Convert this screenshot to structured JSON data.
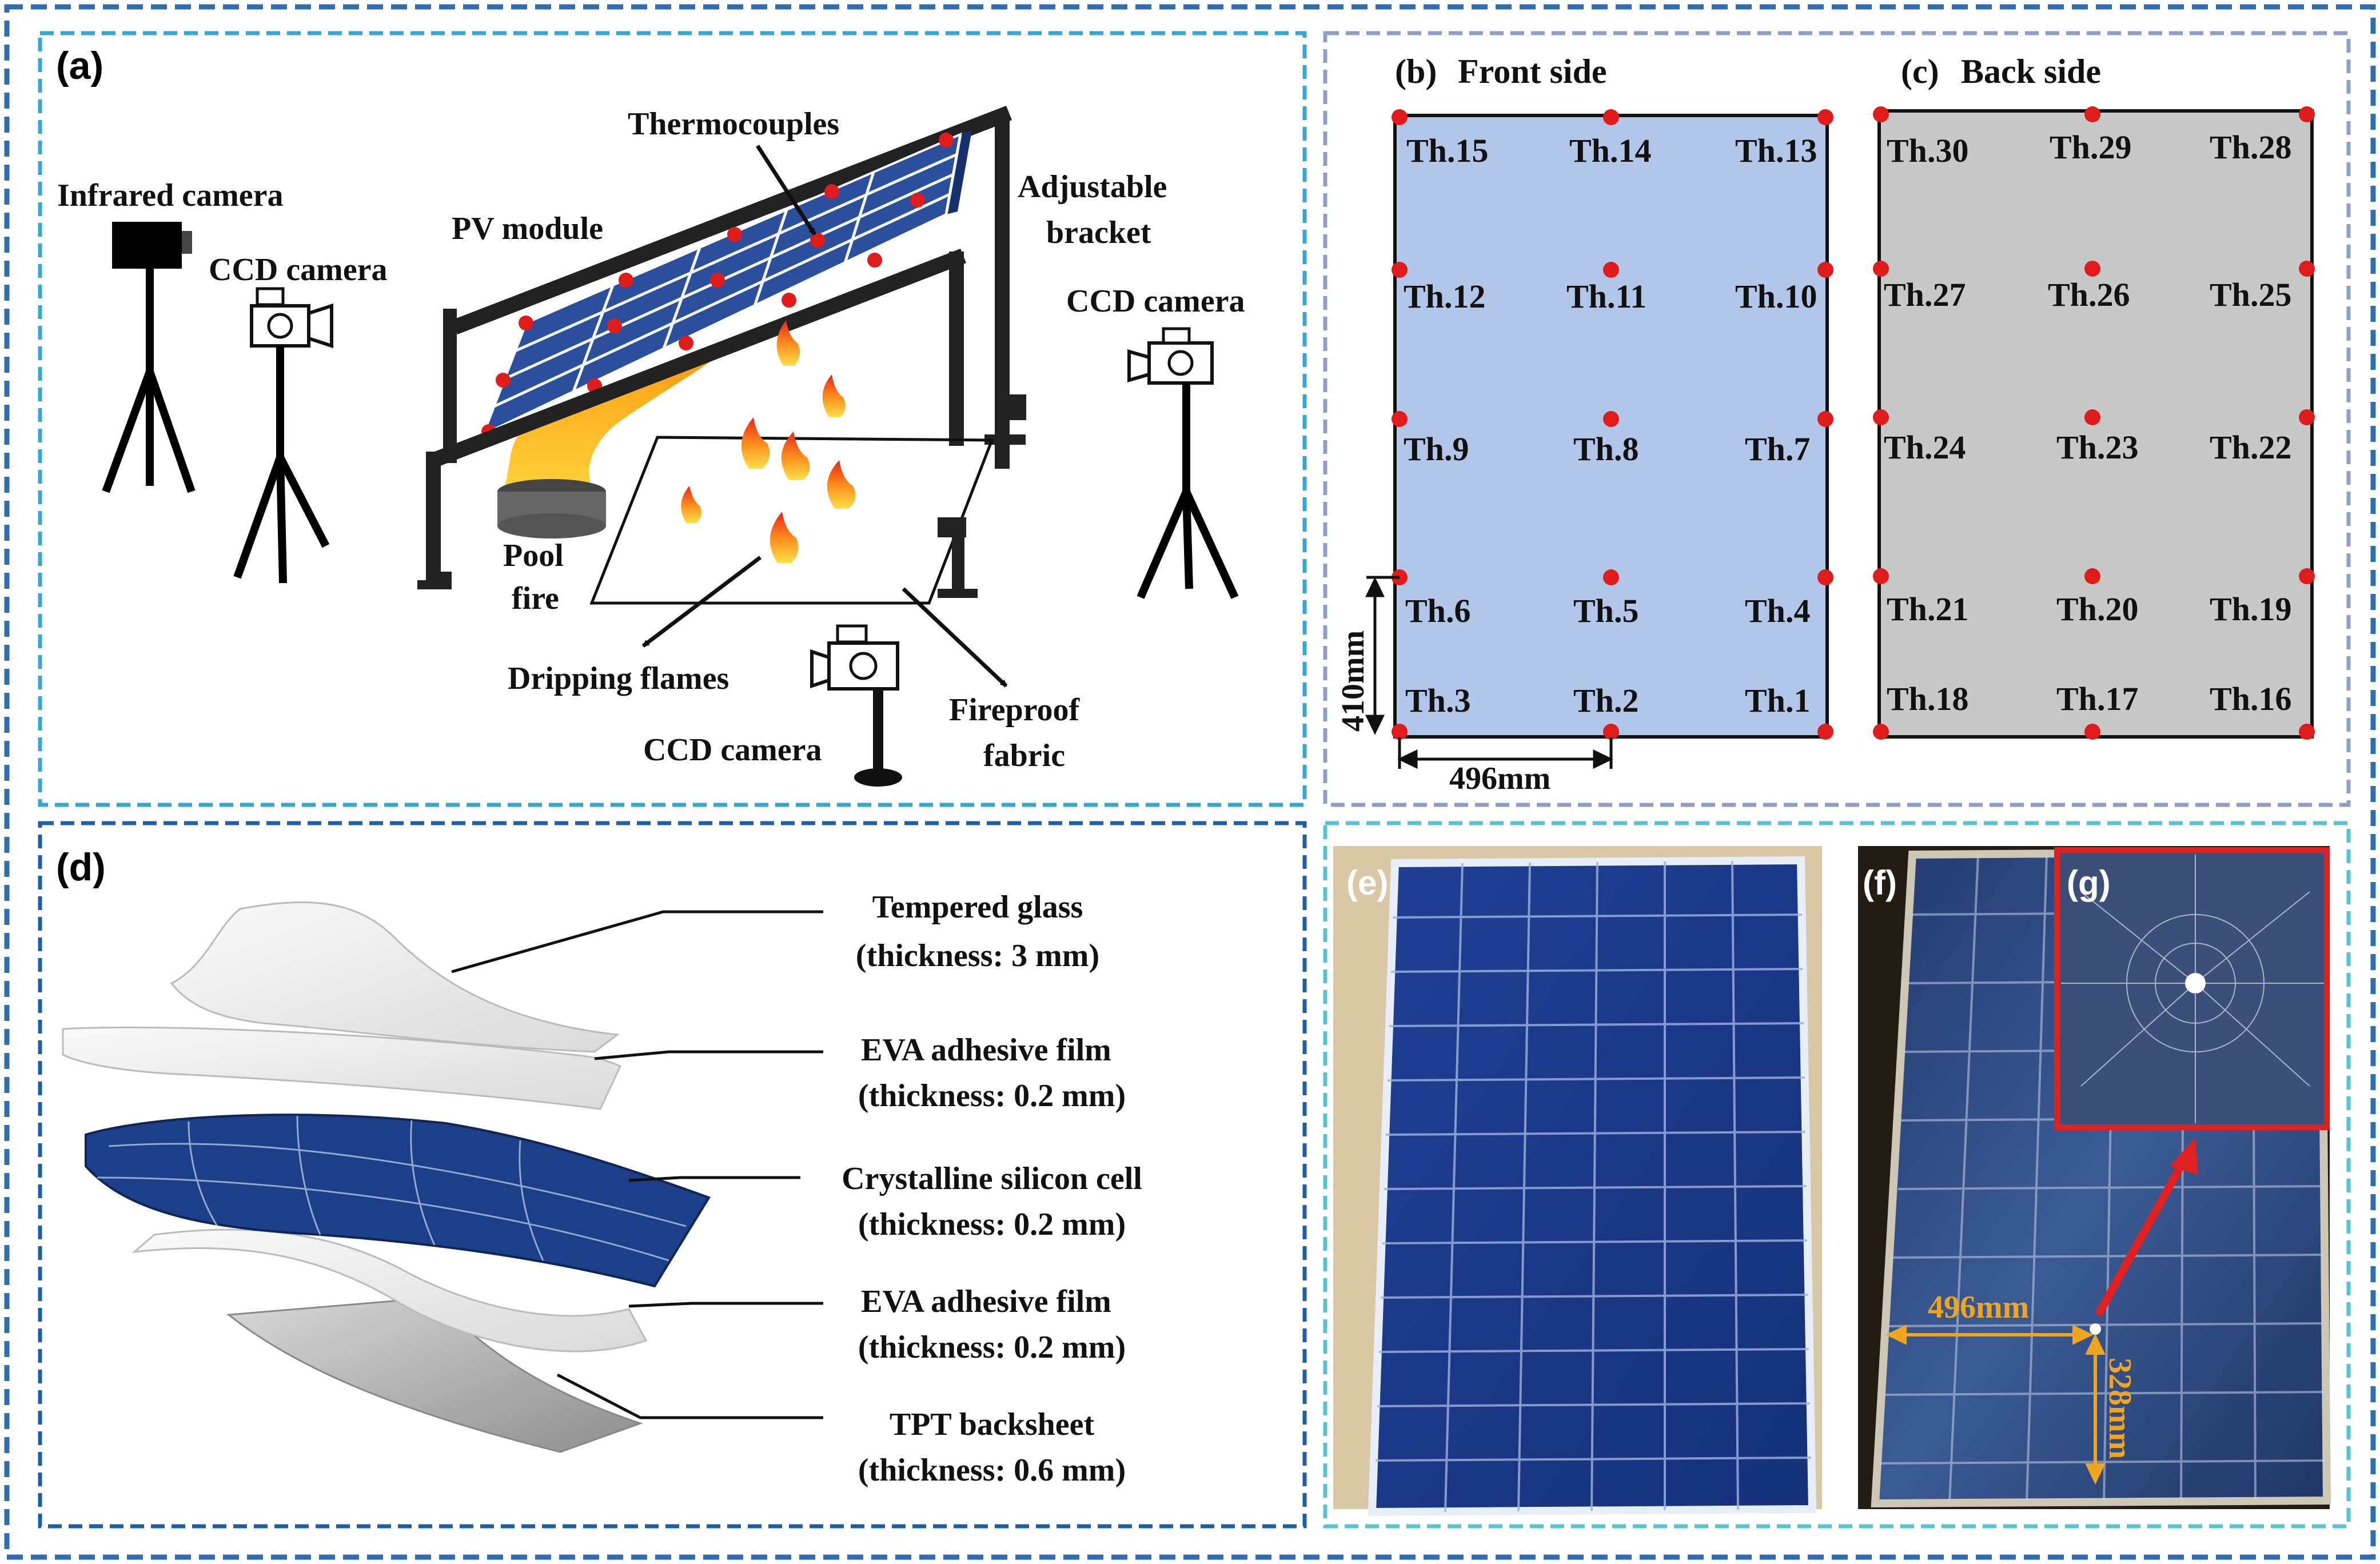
{
  "panels": {
    "a": {
      "tag": "(a)",
      "labels": {
        "infrared_camera": "Infrared camera",
        "ccd_camera_left": "CCD camera",
        "thermocouples": "Thermocouples",
        "pv_module": "PV module",
        "adjustable": "Adjustable",
        "bracket": "bracket",
        "ccd_camera_right": "CCD camera",
        "pool": "Pool",
        "fire": "fire",
        "dripping_flames": "Dripping flames",
        "ccd_camera_bottom": "CCD camera",
        "fireproof": "Fireproof",
        "fabric": "fabric"
      }
    },
    "b": {
      "tag": "(b)",
      "title": "Front side",
      "labels": [
        "Th.15",
        "Th.14",
        "Th.13",
        "Th.12",
        "Th.11",
        "Th.10",
        "Th.9",
        "Th.8",
        "Th.7",
        "Th.6",
        "Th.5",
        "Th.4",
        "Th.3",
        "Th.2",
        "Th.1"
      ],
      "dim_vertical": "410mm",
      "dim_horizontal": "496mm"
    },
    "c": {
      "tag": "(c)",
      "title": "Back side",
      "labels": [
        "Th.30",
        "Th.29",
        "Th.28",
        "Th.27",
        "Th.26",
        "Th.25",
        "Th.24",
        "Th.23",
        "Th.22",
        "Th.21",
        "Th.20",
        "Th.19",
        "Th.18",
        "Th.17",
        "Th.16"
      ]
    },
    "d": {
      "tag": "(d)",
      "layers": [
        {
          "name": "Tempered glass",
          "thickness": "(thickness: 3 mm)"
        },
        {
          "name": "EVA adhesive film",
          "thickness": "(thickness: 0.2 mm)"
        },
        {
          "name": "Crystalline silicon cell",
          "thickness": "(thickness: 0.2 mm)"
        },
        {
          "name": "EVA adhesive film",
          "thickness": "(thickness: 0.2 mm)"
        },
        {
          "name": "TPT backsheet",
          "thickness": "(thickness: 0.6 mm)"
        }
      ]
    },
    "e": {
      "tag": "(e)"
    },
    "f": {
      "tag": "(f)",
      "dim_horizontal": "496mm",
      "dim_vertical": "328mm"
    },
    "g": {
      "tag": "(g)"
    }
  },
  "colors": {
    "outer_border": "#2f6db5",
    "panel_a_border": "#35a6d8",
    "panel_bc_border": "#8d9fc7",
    "panel_d_border": "#1f5fa8",
    "panel_efg_border": "#58c3d0",
    "front_fill": "#b1c6e8",
    "back_fill": "#c8c8c8",
    "marker": "#e01b1b",
    "cell_blue": "#1c3f8a",
    "dimension_orange": "#f0a520",
    "callout_red": "#e02020"
  }
}
